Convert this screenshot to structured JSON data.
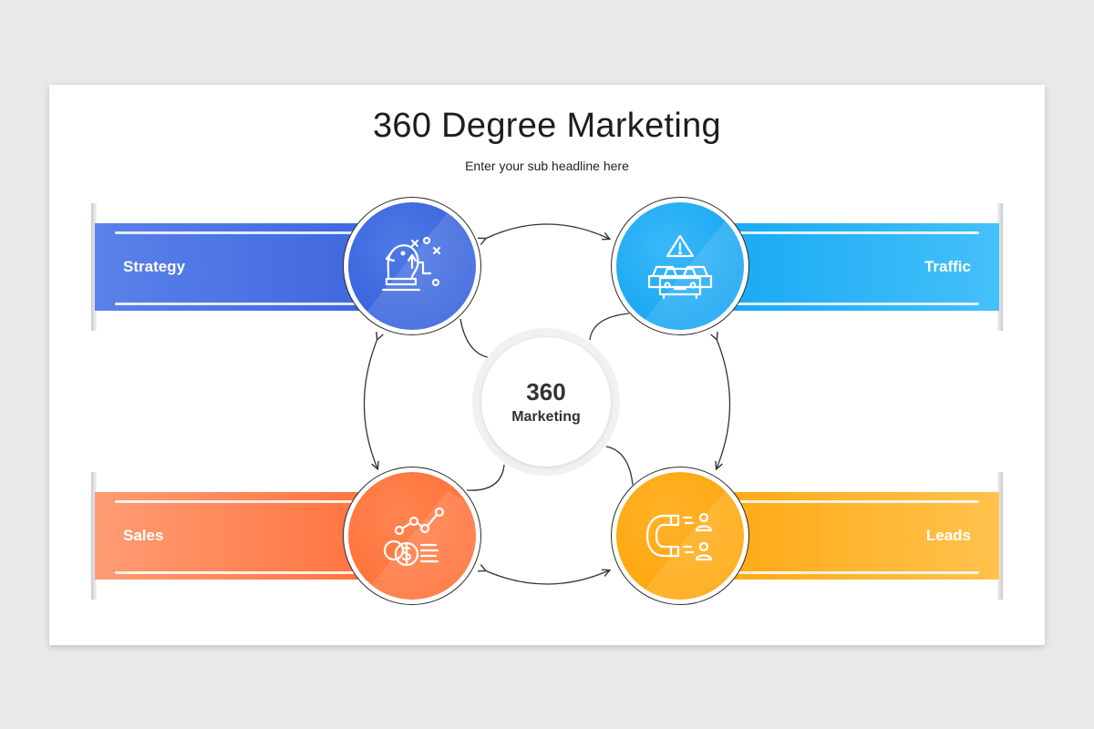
{
  "header": {
    "title": "360 Degree Marketing",
    "subtitle": "Enter your sub headline here"
  },
  "center": {
    "number": "360",
    "label": "Marketing"
  },
  "items": [
    {
      "label": "Strategy",
      "icon": "chess-knight-icon",
      "color": "#3a62dd"
    },
    {
      "label": "Traffic",
      "icon": "traffic-cars-icon",
      "color": "#12a8f4"
    },
    {
      "label": "Sales",
      "icon": "coins-growth-icon",
      "color": "#ff6a35"
    },
    {
      "label": "Leads",
      "icon": "magnet-leads-icon",
      "color": "#ffa60c"
    }
  ],
  "colors": {
    "background": "#e9e8ea",
    "slide": "#ffffff"
  }
}
